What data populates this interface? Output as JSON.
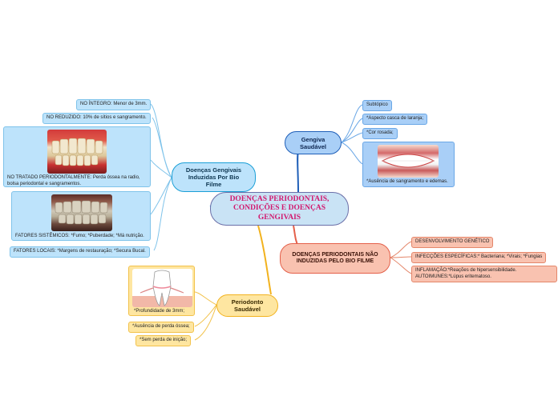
{
  "central": {
    "title": "DOENÇAS PERIODONTAIS, CONDIÇÕES E DOENÇAS GENGIVAIS"
  },
  "branches": {
    "biofilme": {
      "title": "Doenças Gengivais Induzidas Por Bio Filme",
      "color": "#1a9fd6",
      "items": [
        "NO ÍNTEGRO: Menor de 3mm.",
        "NO REDUZIDO: 10% de sítios e sangramento.",
        "NO TRATADO PERIODONTALMENTE: Perda óssea na radio, bolsa periodontal e sangramentos.",
        "FATORES SISTÊMICOS: *Fumo; *Puberdade; *Má nutrição.",
        "FATORES LOCAIS: *Margens de restauração; *Secura Bucal."
      ]
    },
    "gengiva": {
      "title": "Gengiva Saudável",
      "color": "#1f5fb8",
      "items": [
        "Subtópico",
        "*Aspecto casca de laranja;",
        "*Cor rosada;",
        "*Ausência de sangramento e edemas."
      ]
    },
    "nao_induzidas": {
      "title": "DOENÇAS PERIODONTAIS NÃO INDUZIDAS PELO BIO FILME",
      "color": "#e4604a",
      "items": [
        "DESENVOLVIMENTO GENÉTICO",
        "INFECÇÕES ESPECÍFICAS:* Bacteriana; *Virais; *Fungias",
        "INFLAMAÇÃO:*Reações de hipersensibilidade.",
        "AUTOIMUNES:*Lúpus eritematoso."
      ]
    },
    "periodonto": {
      "title": "Periodonto Saudável",
      "color": "#f2b21e",
      "items": [
        "*Profundidade de 3mm;",
        "*Ausência de perda óssea;",
        "*Sem perda de inição;"
      ]
    }
  }
}
